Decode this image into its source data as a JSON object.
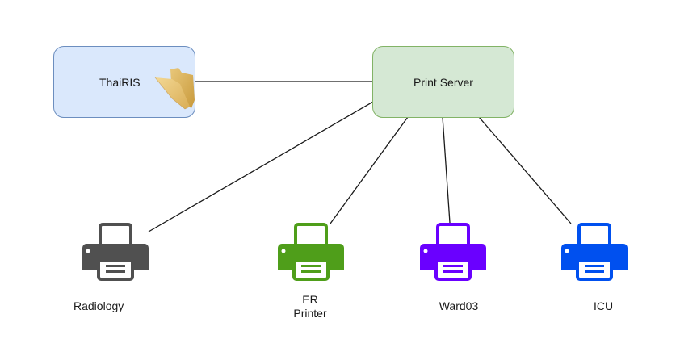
{
  "diagram": {
    "nodes": [
      {
        "id": "thairis",
        "label": "ThaiRIS",
        "shape": "rounded-rectangle",
        "fill": "#dae8fc",
        "stroke": "#6c8ebf",
        "icon": "folder-icon"
      },
      {
        "id": "print-server",
        "label": "Print Server",
        "shape": "rounded-rectangle",
        "fill": "#d5e8d4",
        "stroke": "#82b366"
      }
    ],
    "printers": [
      {
        "id": "radiology",
        "label": "Radiology",
        "color": "#505050",
        "icon": "printer-icon"
      },
      {
        "id": "er-printer",
        "label_line1": "ER",
        "label_line2": "Printer",
        "color": "#4f9e1a",
        "icon": "printer-icon"
      },
      {
        "id": "ward03",
        "label": "Ward03",
        "color": "#6a00ff",
        "icon": "printer-icon"
      },
      {
        "id": "icu",
        "label": "ICU",
        "color": "#0050ef",
        "icon": "printer-icon"
      }
    ],
    "edges": [
      {
        "from": "thairis",
        "to": "print-server"
      },
      {
        "from": "print-server",
        "to": "radiology"
      },
      {
        "from": "print-server",
        "to": "er-printer"
      },
      {
        "from": "print-server",
        "to": "ward03"
      },
      {
        "from": "print-server",
        "to": "icu"
      }
    ],
    "edge_color": "#1a1a1a"
  }
}
